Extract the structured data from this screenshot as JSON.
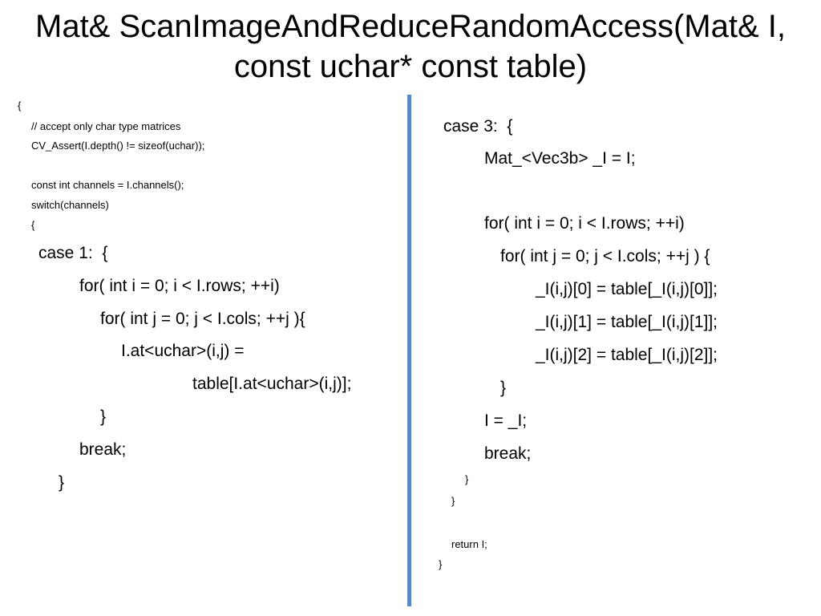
{
  "slide": {
    "title_line1": "Mat& ScanImageAndReduceRandomAccess(Mat& I,",
    "title_line2": "const uchar* const table)"
  },
  "left_code": [
    "{",
    "// accept only char type matrices",
    "CV_Assert(I.depth() != sizeof(uchar));",
    "const int channels = I.channels();",
    "switch(channels)",
    "{",
    "case 1:  {",
    "for( int i = 0; i < I.rows; ++i)",
    "for( int j = 0; j < I.cols; ++j ){",
    "I.at<uchar>(i,j) =",
    "table[I.at<uchar>(i,j)];",
    "}",
    "break;",
    "}"
  ],
  "right_code": [
    "case 3:  {",
    "Mat_<Vec3b> _I = I;",
    "for( int i = 0; i < I.rows; ++i)",
    "for( int j = 0; j < I.cols; ++j ) {",
    "_I(i,j)[0] = table[_I(i,j)[0]];",
    "_I(i,j)[1] = table[_I(i,j)[1]];",
    "_I(i,j)[2] = table[_I(i,j)[2]];",
    "}",
    "I = _I;",
    "break;",
    "}",
    "}",
    "return I;",
    "}"
  ],
  "colors": {
    "divider": "#5b87c5",
    "text": "#000000",
    "background": "#ffffff"
  }
}
